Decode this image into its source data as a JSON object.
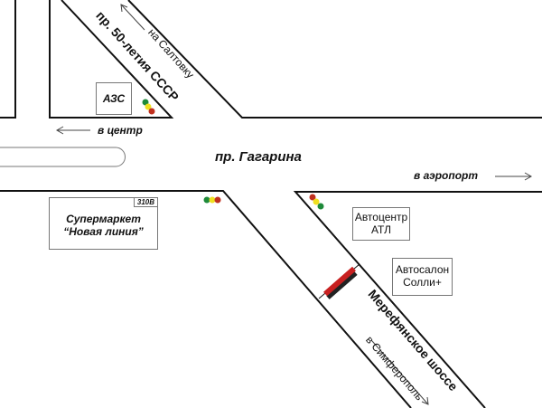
{
  "streets": {
    "main": "пр. Гагарина",
    "diagonal_north": "пр. 50-летия СССР",
    "diagonal_south": "Мерефянское шоссе"
  },
  "directions": {
    "to_center": "в центр",
    "to_airport": "в аэропорт",
    "to_saltovka": "на Салтовку",
    "to_simferopol": "в Симферополь"
  },
  "places": {
    "gas_station": "АЗС",
    "supermarket_line1": "Супермаркет",
    "supermarket_line2": "“Новая линия”",
    "supermarket_tag": "310В",
    "autocenter_line1": "Автоцентр",
    "autocenter_line2": "АТЛ",
    "autosalon_line1": "Автосалон",
    "autosalon_line2": "Солли+"
  },
  "colors": {
    "signal_red": "#c0301e",
    "signal_yellow": "#f0e020",
    "signal_green": "#1e8a3a",
    "marker_red": "#c82020"
  }
}
